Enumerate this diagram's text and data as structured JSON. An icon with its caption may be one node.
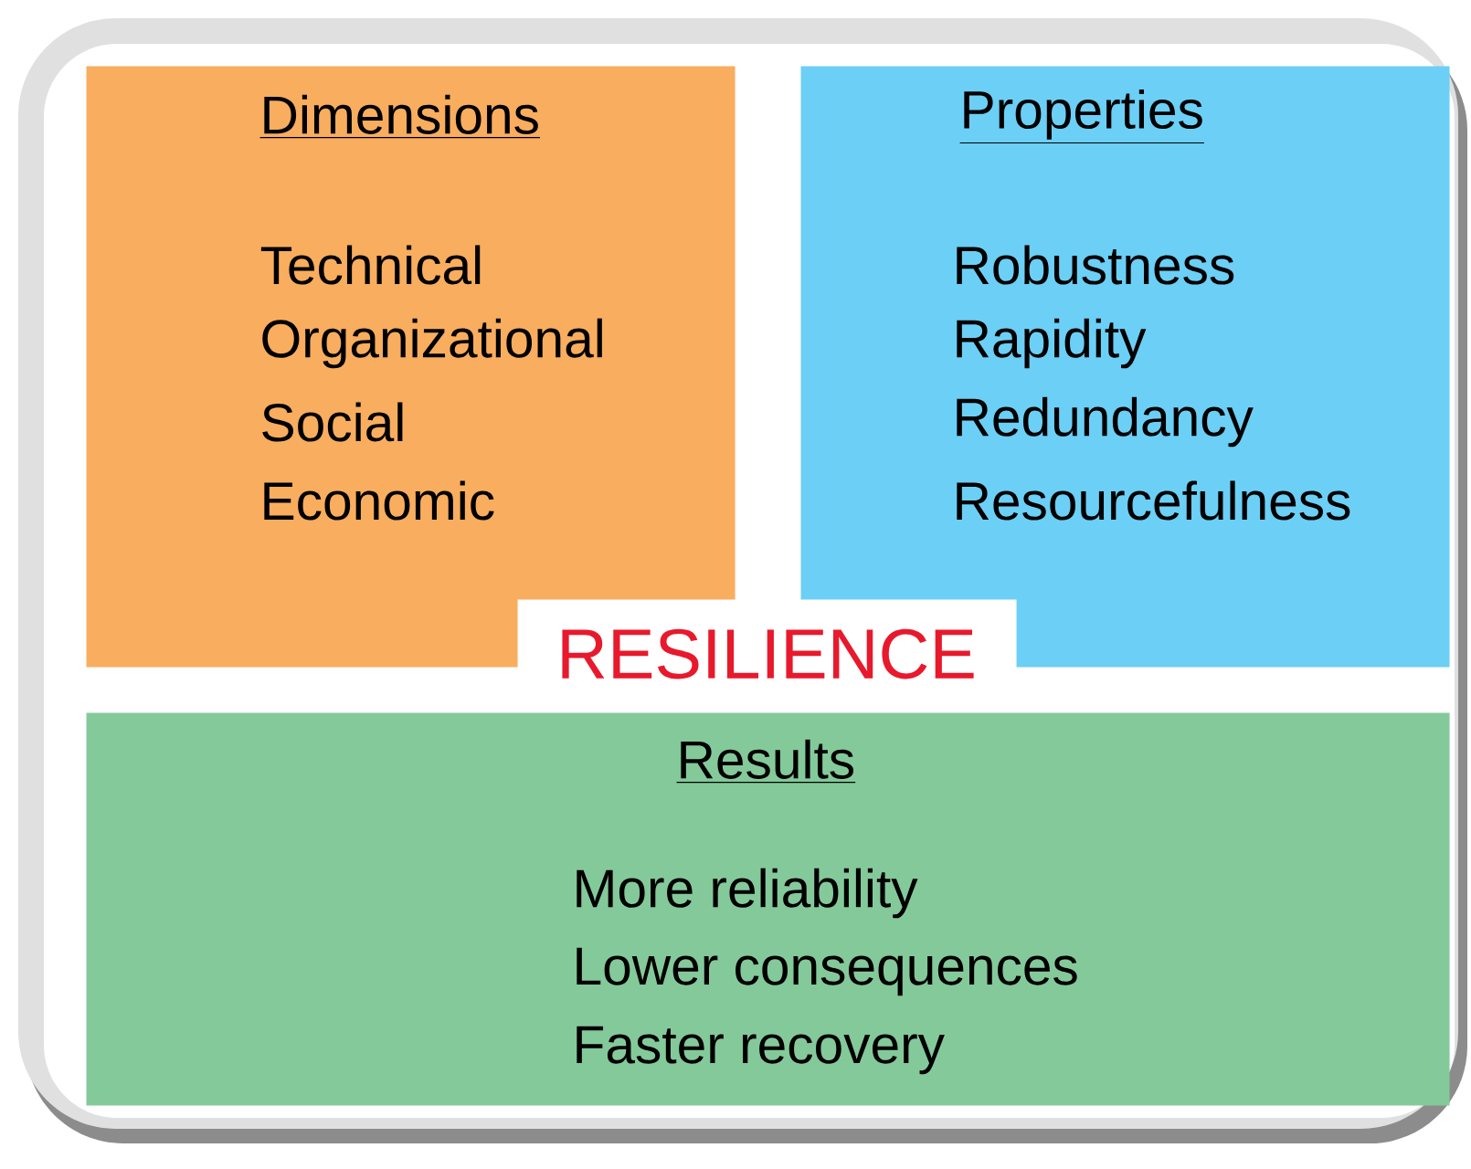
{
  "diagram": {
    "nodes": [
      {
        "text": [
          "Dimensions",
          "Technical",
          "Organizational",
          "Social",
          "Economic"
        ]
      },
      {
        "text": [
          "Properties",
          "Robustness",
          "Rapidity",
          "Redundancy",
          "Resourcefulness"
        ]
      },
      {
        "text": [
          "RESILIENCE"
        ]
      },
      {
        "text": [
          "Results",
          "More reliability",
          "Lower consequences",
          "Faster recovery"
        ]
      }
    ]
  }
}
